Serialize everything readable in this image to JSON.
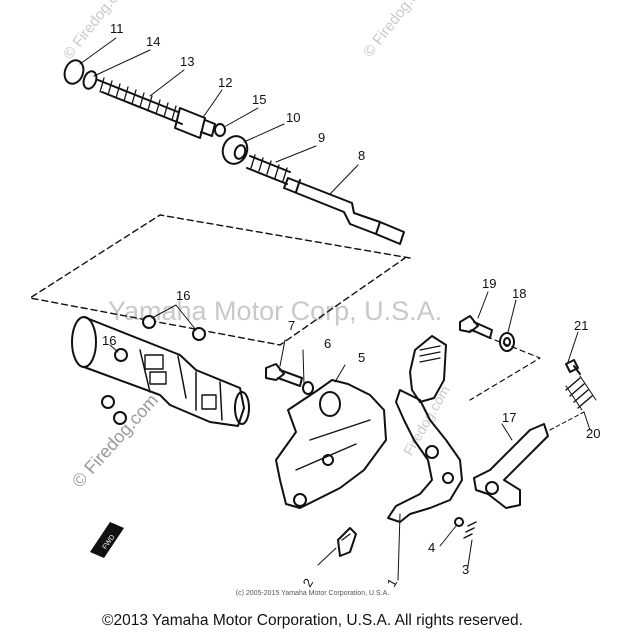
{
  "watermarks": {
    "center": "Yamaha Motor Corp, U.S.A.",
    "top_right": "© Firedog.com",
    "top_left": "© Firedog.com",
    "left": "© Firedog.com",
    "mid": "Firedog.com"
  },
  "callouts": [
    "11",
    "14",
    "13",
    "12",
    "15",
    "10",
    "9",
    "8",
    "16",
    "16",
    "7",
    "6",
    "5",
    "19",
    "18",
    "21",
    "17",
    "20",
    "1",
    "2",
    "3",
    "4"
  ],
  "logo_text": "FWD",
  "small_copyright": "(c) 2005-2015 Yamaha Motor Corporation, U.S.A.",
  "footer": "©2013 Yamaha Motor Corporation, U.S.A. All rights reserved."
}
